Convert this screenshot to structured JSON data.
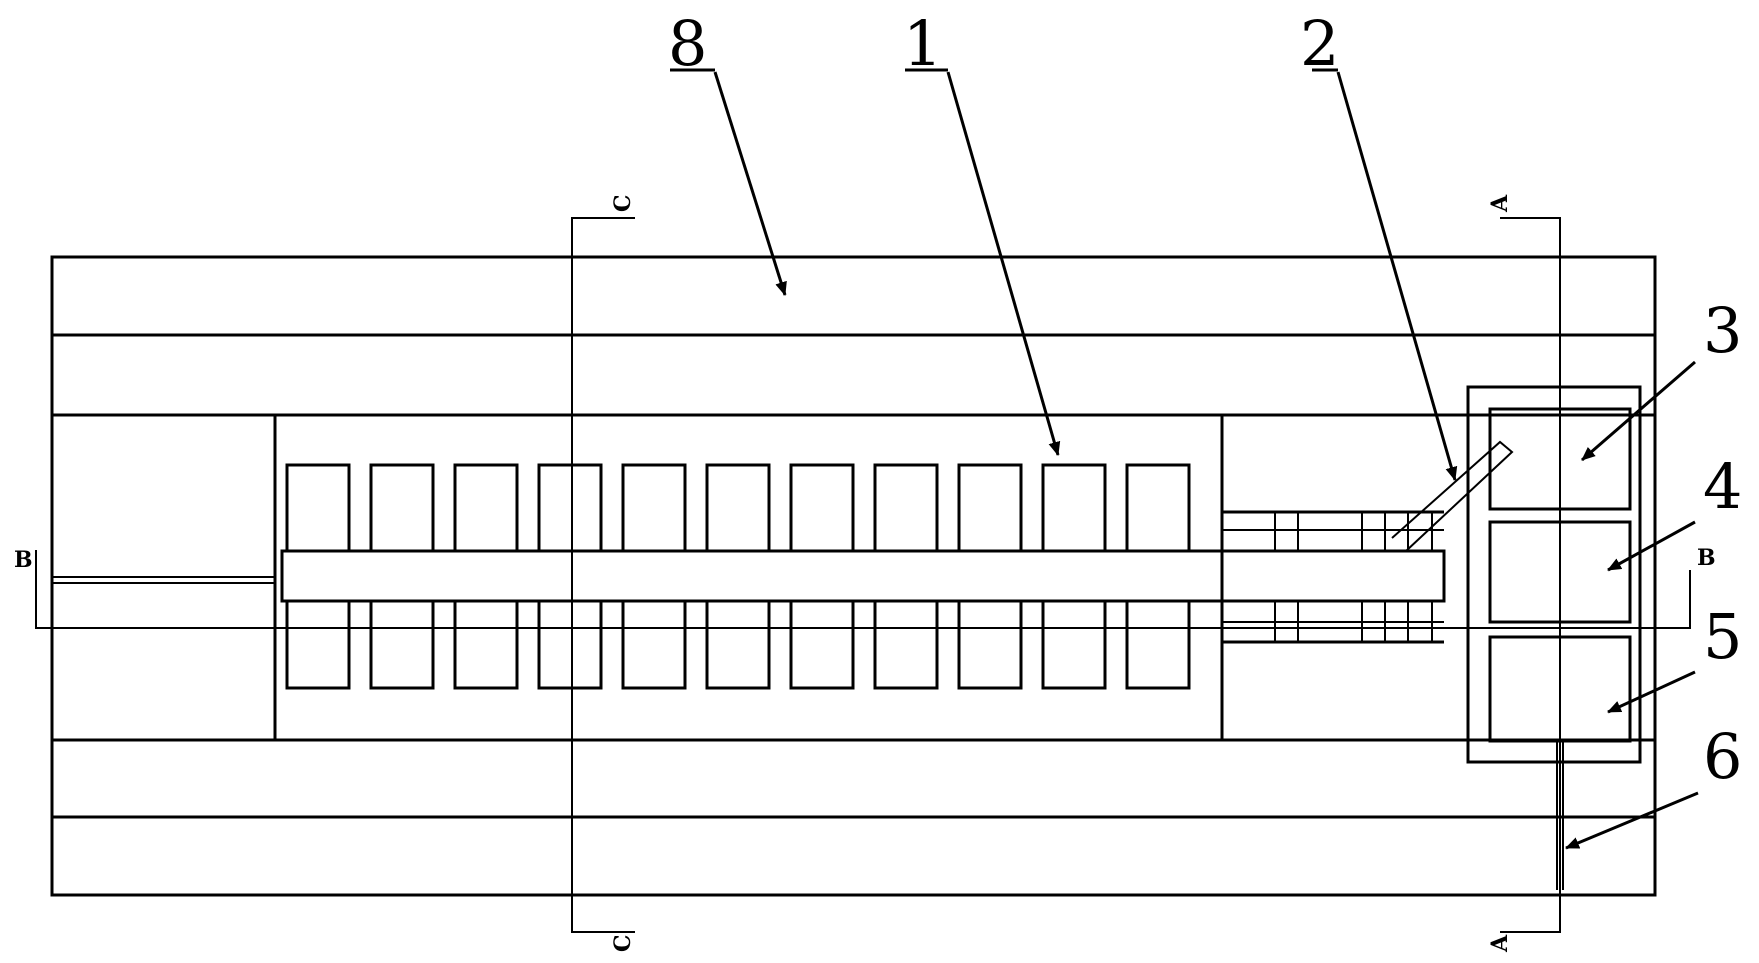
{
  "labels": {
    "l1": "1",
    "l2": "2",
    "l3": "3",
    "l4": "4",
    "l5": "5",
    "l6": "6",
    "l8": "8"
  },
  "section_marks": {
    "b_left": "B",
    "b_right": "B",
    "c_top": "C",
    "c_bottom": "C",
    "a_top": "A",
    "a_bottom": "A"
  },
  "colors": {
    "line": "#000000",
    "background": "#ffffff"
  }
}
